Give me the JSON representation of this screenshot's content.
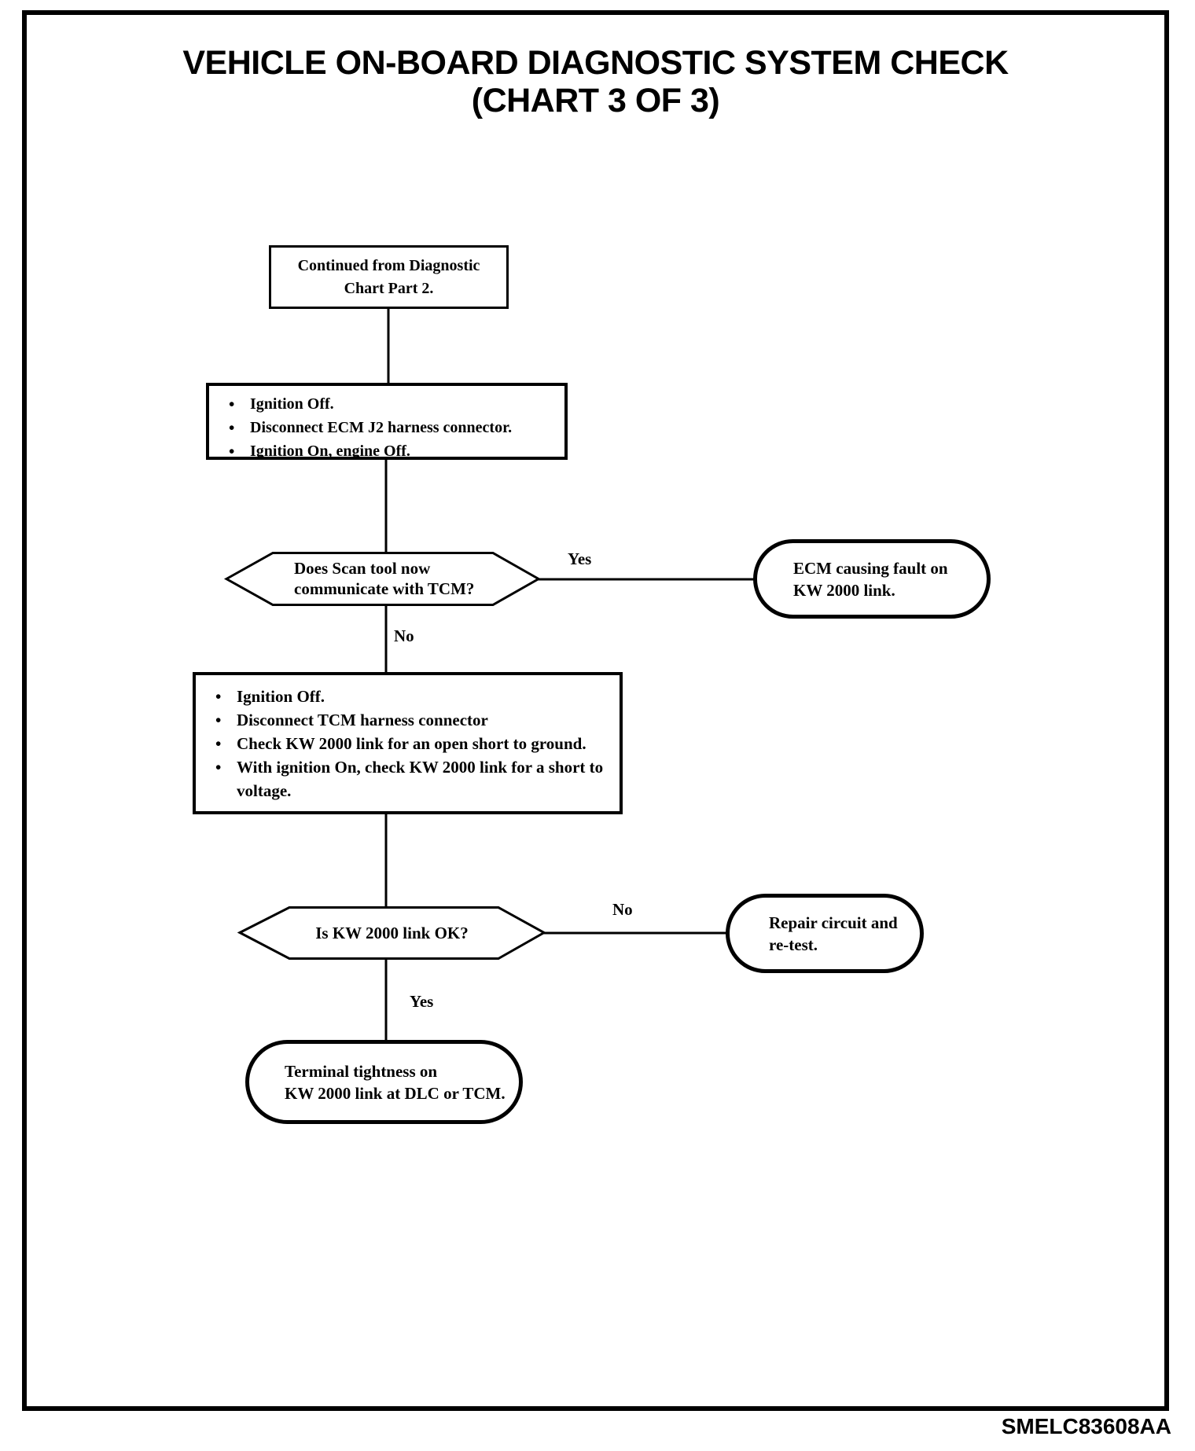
{
  "page": {
    "title_line1": "VEHICLE ON-BOARD DIAGNOSTIC SYSTEM CHECK",
    "title_line2": "(CHART 3 OF 3)",
    "figure_code": "SMELC83608AA"
  },
  "flowchart": {
    "start": {
      "lines": [
        "Continued from Diagnostic",
        "Chart Part 2."
      ]
    },
    "step1": {
      "bullets": [
        "Ignition Off.",
        "Disconnect ECM J2 harness connector.",
        "Ignition On, engine Off."
      ]
    },
    "decision1": {
      "lines": [
        "Does Scan tool now",
        "communicate with TCM?"
      ]
    },
    "result1": {
      "lines": [
        "ECM causing fault on",
        "KW 2000 link."
      ]
    },
    "step2": {
      "bullets": [
        "Ignition Off.",
        "Disconnect TCM harness connector",
        "Check KW 2000 link for an open short to ground.",
        "With ignition On, check KW 2000 link for a short to voltage."
      ]
    },
    "decision2": {
      "lines": [
        "Is KW 2000 link OK?"
      ]
    },
    "result2": {
      "lines": [
        "Repair circuit and",
        "re-test."
      ]
    },
    "result3": {
      "lines": [
        "Terminal tightness on",
        "KW 2000 link at DLC or TCM."
      ]
    },
    "labels": {
      "yes1": "Yes",
      "no1": "No",
      "no2": "No",
      "yes2": "Yes"
    }
  }
}
